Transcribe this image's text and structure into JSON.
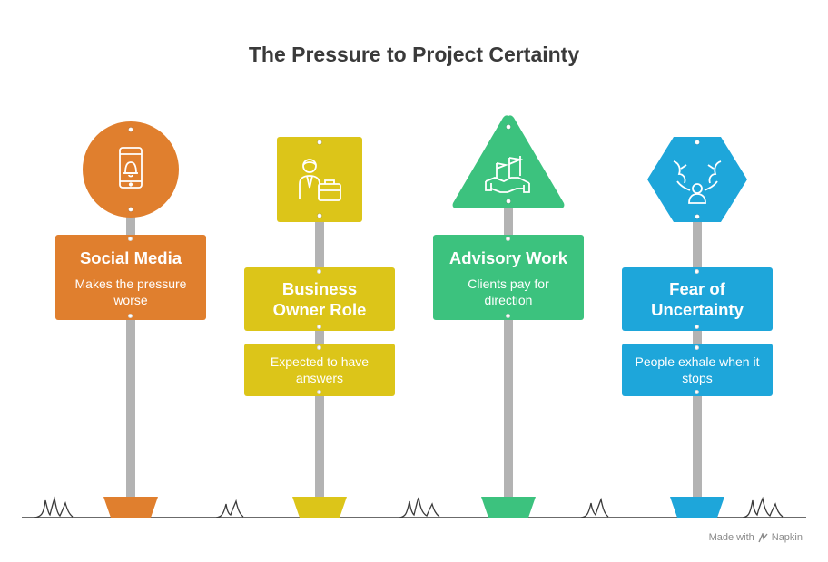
{
  "title": "The Pressure to Project Certainty",
  "watermark": {
    "prefix": "Made with",
    "brand": "Napkin"
  },
  "signposts": [
    {
      "heading": "Social Media",
      "description": "Makes the pressure worse",
      "color": "#E07F2E",
      "icon": "smartphone-bell-icon",
      "sign_shape": "circle"
    },
    {
      "heading": "Business Owner Role",
      "description": "Expected to have answers",
      "color": "#DCC519",
      "icon": "businessperson-briefcase-icon",
      "sign_shape": "square"
    },
    {
      "heading": "Advisory Work",
      "description": "Clients pay for direction",
      "color": "#3CC27E",
      "icon": "handshake-flags-icon",
      "sign_shape": "triangle"
    },
    {
      "heading": "Fear of Uncertainty",
      "description": "People exhale when it stops",
      "color": "#1EA6DA",
      "icon": "person-storm-icon",
      "sign_shape": "hexagon"
    }
  ]
}
